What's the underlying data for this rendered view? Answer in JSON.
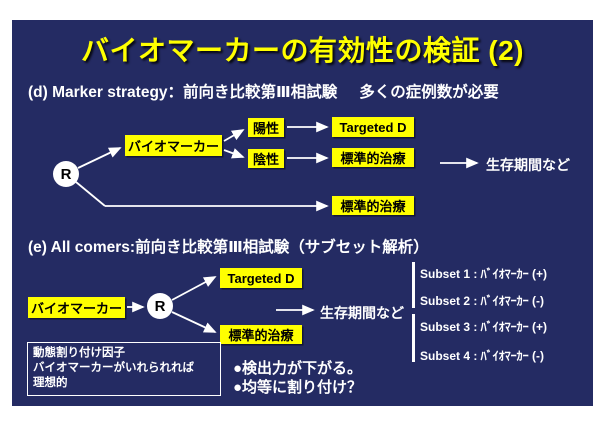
{
  "slide": {
    "title": "バイオマーカーの有効性の検証 (2)",
    "colors": {
      "background": "#242b63",
      "highlight": "#ffff00",
      "text": "#ffffff"
    }
  },
  "section_d": {
    "heading_left": "(d) Marker strategy：前向き比較第Ⅲ相試験",
    "heading_right": "多くの症例数が必要",
    "randomize_label": "R",
    "biomarker_label": "バイオマーカー",
    "positive_label": "陽性",
    "negative_label": "陰性",
    "targeted_label": "Targeted D",
    "standard_label": "標準的治療",
    "standard_bottom_label": "標準的治療",
    "outcome_label": "生存期間など"
  },
  "section_e": {
    "heading": "(e) All comers:前向き比較第Ⅲ相試験（サブセット解析）",
    "randomize_label": "R",
    "biomarker_label": "バイオマーカー",
    "targeted_label": "Targeted D",
    "standard_label": "標準的治療",
    "outcome_label": "生存期間など",
    "subsets": [
      "Subset 1 : ﾊﾞｲｵﾏｰｶｰ (+)",
      "Subset 2 : ﾊﾞｲｵﾏｰｶｰ (-)",
      "Subset 3 : ﾊﾞｲｵﾏｰｶｰ (+)",
      "Subset 4 : ﾊﾞｲｵﾏｰｶｰ (-)"
    ],
    "note_lines": [
      "動態割り付け因子",
      "バイオマーカーがいれられれば",
      "理想的"
    ],
    "bullets": [
      "●検出力が下がる。",
      "●均等に割り付け？"
    ]
  }
}
